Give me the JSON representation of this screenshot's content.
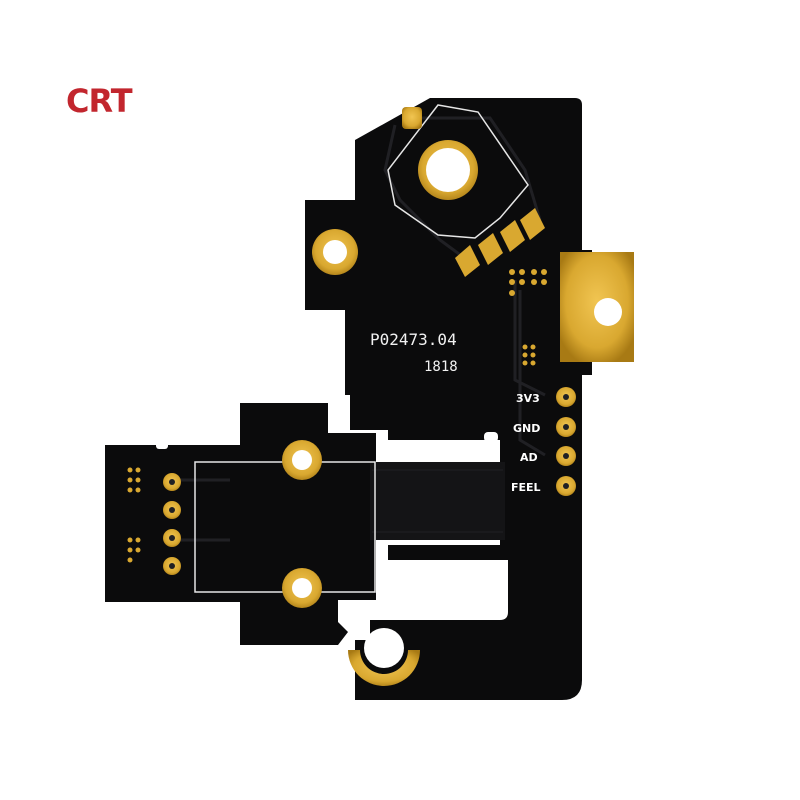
{
  "logo": {
    "text": "CRT",
    "color": "#c2262e"
  },
  "board": {
    "part_number": "P02473.04",
    "date_code": "1818",
    "pin_labels": [
      "3V3",
      "GND",
      "AD",
      "FEEL"
    ],
    "colors": {
      "substrate": "#0b0b0c",
      "gold": "#d9a830",
      "gold_dark": "#a87a14",
      "silkscreen": "#f2f2f2",
      "trace": "#1f1f22"
    }
  }
}
